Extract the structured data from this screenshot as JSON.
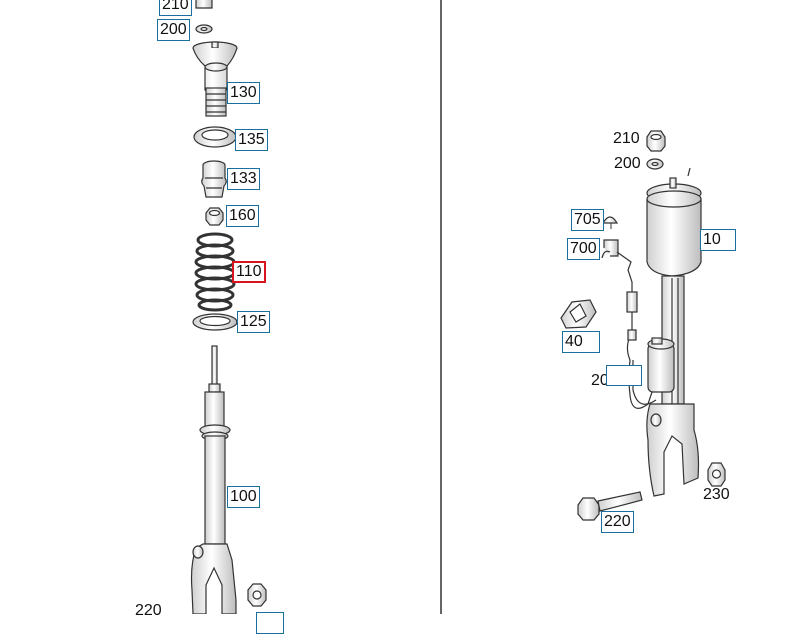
{
  "diagram": {
    "left_assembly": {
      "parts": [
        {
          "id": "210",
          "label": "210"
        },
        {
          "id": "200",
          "label": "200"
        },
        {
          "id": "130",
          "label": "130"
        },
        {
          "id": "135",
          "label": "135"
        },
        {
          "id": "133",
          "label": "133"
        },
        {
          "id": "160",
          "label": "160"
        },
        {
          "id": "110",
          "label": "110",
          "selected": true
        },
        {
          "id": "125",
          "label": "125"
        },
        {
          "id": "100",
          "label": "100"
        },
        {
          "id": "220",
          "label": "220"
        }
      ]
    },
    "right_assembly": {
      "parts": [
        {
          "id": "210",
          "label": "210"
        },
        {
          "id": "200",
          "label": "200"
        },
        {
          "id": "705",
          "label": "705"
        },
        {
          "id": "700",
          "label": "700"
        },
        {
          "id": "10",
          "label": "10"
        },
        {
          "id": "40",
          "label": "40"
        },
        {
          "id": "20",
          "label": "20"
        },
        {
          "id": "230",
          "label": "230"
        },
        {
          "id": "220",
          "label": "220"
        }
      ]
    },
    "colors": {
      "callout_border": "#1a6f9e",
      "selected_border": "#d8141f",
      "line": "#333333"
    }
  }
}
